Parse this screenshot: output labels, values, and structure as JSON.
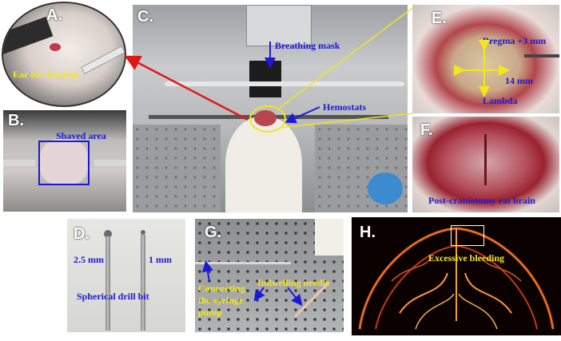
{
  "panels": {
    "a": {
      "label": "A.",
      "caption": "Ear bar fixation"
    },
    "b": {
      "label": "B.",
      "caption": "Shaved area"
    },
    "c": {
      "label": "C.",
      "breathing_mask": "Breathing mask",
      "hemostats": "Hemostats"
    },
    "d": {
      "label": "D.",
      "size_large": "2.5 mm",
      "size_small": "1 mm",
      "caption": "Spherical drill bit"
    },
    "e": {
      "label": "E.",
      "bregma": "Bregma +3 mm",
      "width": "14 mm",
      "lambda": "Lambda"
    },
    "f": {
      "label": "F.",
      "caption": "Post-craniotomy rat brain"
    },
    "g": {
      "label": "G.",
      "syringe_line1": "Connecting",
      "syringe_line2": "the syringe",
      "syringe_line3": "pump",
      "needle": "Indwelling needle"
    },
    "h": {
      "label": "H.",
      "caption": "Excessive bleeding"
    }
  },
  "colors": {
    "annotation_blue": "#1a1ad6",
    "annotation_yellow": "#f4e61c",
    "arrow_red": "#e01818"
  }
}
